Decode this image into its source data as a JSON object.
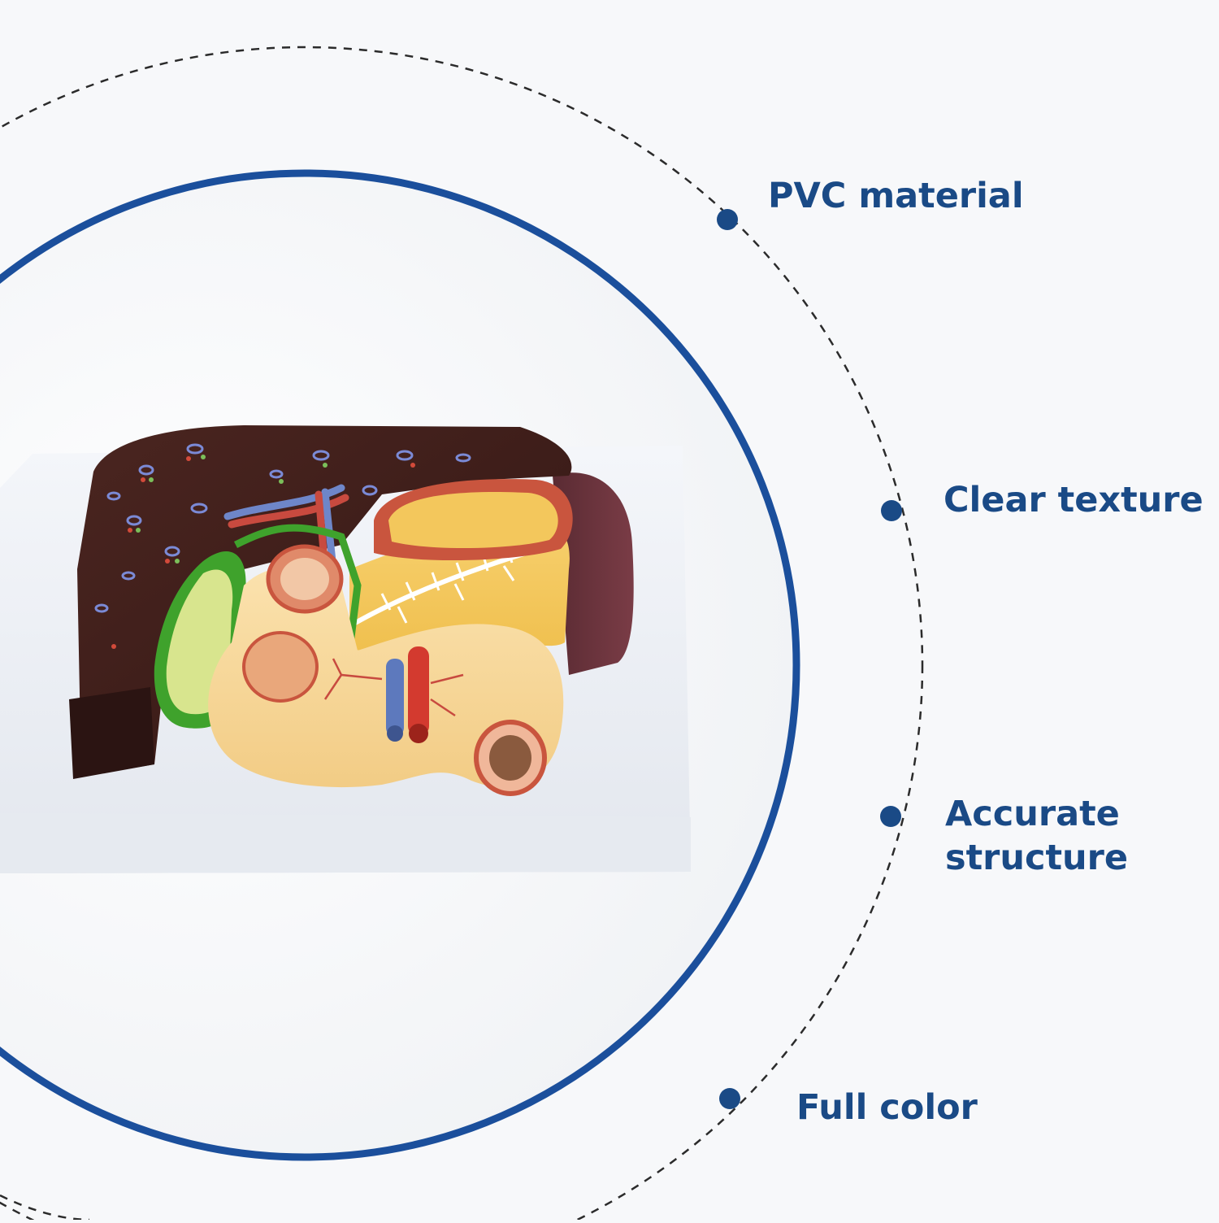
{
  "features": [
    {
      "lines": [
        "PVC material"
      ]
    },
    {
      "lines": [
        "Clear texture"
      ]
    },
    {
      "lines": [
        "Accurate",
        "structure"
      ]
    },
    {
      "lines": [
        "Full color"
      ]
    }
  ],
  "colors": {
    "accent_blue": "#1a4a86",
    "ring_blue": "#1b4f9c",
    "background": "#f7f8fa"
  },
  "product": {
    "image_icon": "liver-gallbladder-pancreas-anatomical-model"
  }
}
